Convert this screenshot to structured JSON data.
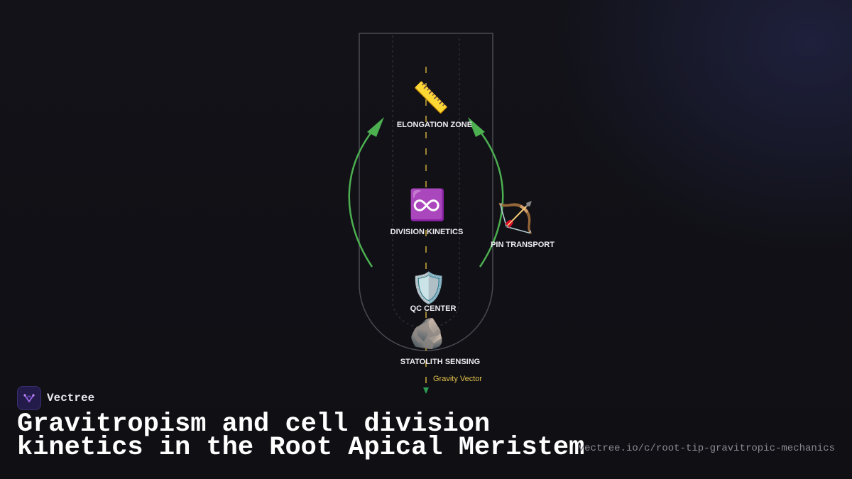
{
  "diagram": {
    "nodes": [
      {
        "id": "elongation",
        "label": "ELONGATION ZONE",
        "icon": "ruler-icon",
        "glyph": "📏"
      },
      {
        "id": "division",
        "label": "DIVISION KINETICS",
        "icon": "infinity-icon",
        "glyph": "♾️"
      },
      {
        "id": "pin",
        "label": "PIN TRANSPORT",
        "icon": "bow-and-arrow-icon",
        "glyph": "🏹"
      },
      {
        "id": "qc",
        "label": "QC CENTER",
        "icon": "shield-icon",
        "glyph": "🛡️"
      },
      {
        "id": "statolith",
        "label": "STATOLITH SENSING",
        "icon": "rock-icon",
        "glyph": "🪨"
      }
    ],
    "gravity_label": "Gravity Vector"
  },
  "colors": {
    "arrow_green": "#4caf50",
    "gravity_yellow": "#c9a93a",
    "outline_gray": "#4a4a52",
    "brand_purple": "#a46bf0"
  },
  "brand": {
    "name": "Vectree",
    "logo_icon": "vectree-logo-icon"
  },
  "title": {
    "line1": "Gravitropism and cell division",
    "line2": "kinetics in the Root Apical Meristem"
  },
  "url": "vectree.io/c/root-tip-gravitropic-mechanics"
}
